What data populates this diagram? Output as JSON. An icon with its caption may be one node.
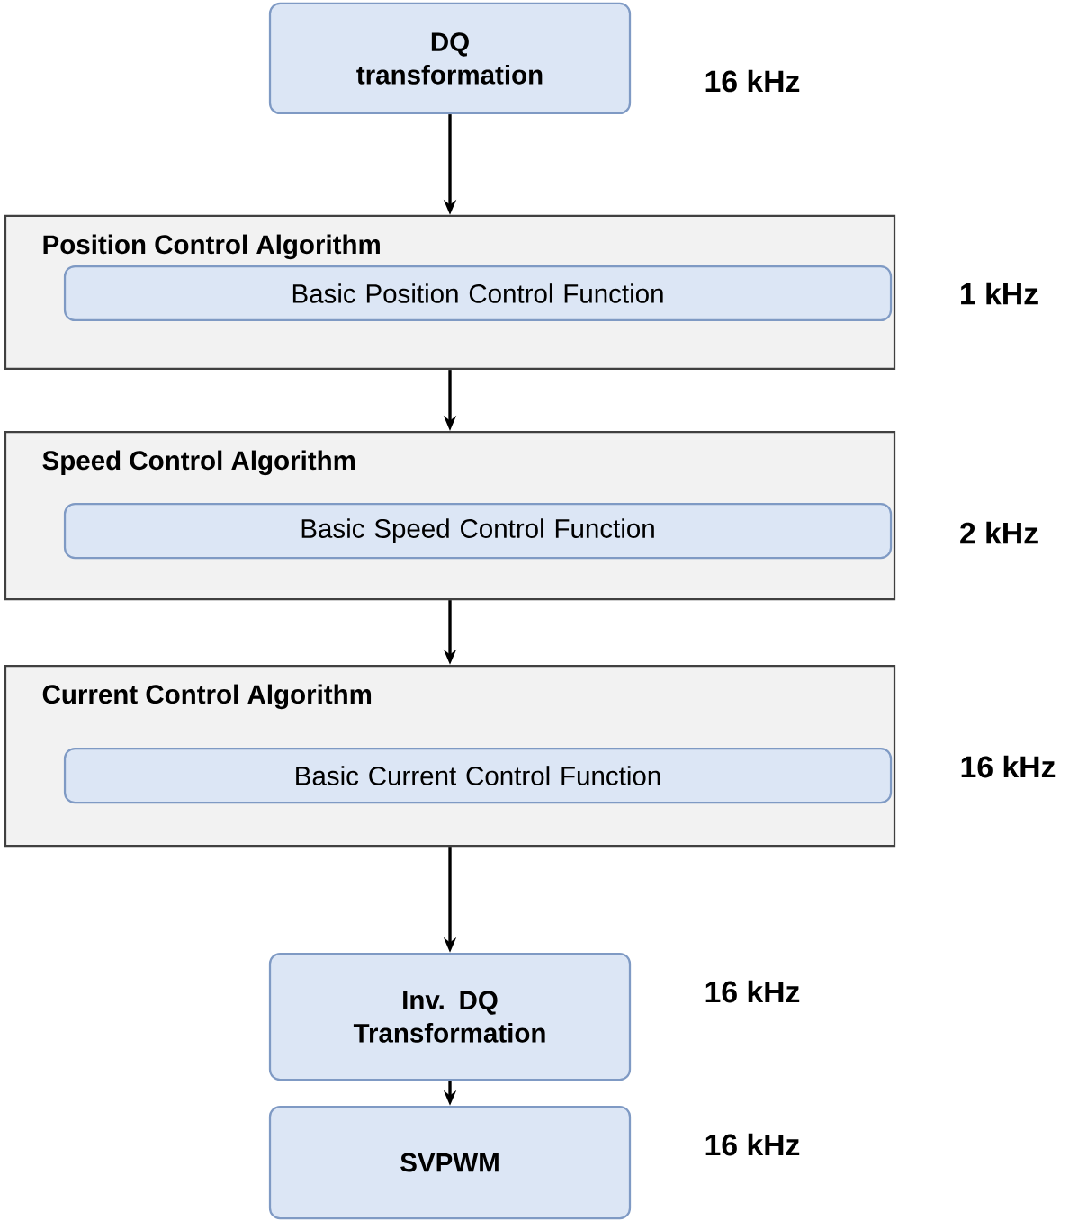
{
  "diagram": {
    "nodes": [
      {
        "text": [
          "DQ transformation"
        ],
        "beside": [
          "16 kHz"
        ]
      },
      {
        "text": [
          "Position Control Algorithm"
        ],
        "beside": [
          "1 kHz"
        ]
      },
      {
        "text": [
          "Basic Position Control Function"
        ],
        "in": 1
      },
      {
        "text": [
          "Speed Control Algorithm"
        ],
        "beside": [
          "2 kHz"
        ]
      },
      {
        "text": [
          "Basic Speed Control Function"
        ],
        "in": 3
      },
      {
        "text": [
          "Current Control Algorithm"
        ],
        "beside": [
          "16 kHz"
        ]
      },
      {
        "text": [
          "Basic Current Control Function"
        ],
        "in": 5
      },
      {
        "text": [
          "Inv. DQ Transformation"
        ],
        "beside": [
          "16 kHz"
        ]
      },
      {
        "text": [
          "SVPWM"
        ],
        "beside": [
          "16 kHz"
        ]
      }
    ],
    "edges": [
      {
        "from": 0,
        "to": 1,
        "arrow": "to"
      },
      {
        "from": 1,
        "to": 3,
        "arrow": "to"
      },
      {
        "from": 3,
        "to": 5,
        "arrow": "to"
      },
      {
        "from": 5,
        "to": 7,
        "arrow": "to"
      },
      {
        "from": 7,
        "to": 8,
        "arrow": "to"
      }
    ]
  }
}
